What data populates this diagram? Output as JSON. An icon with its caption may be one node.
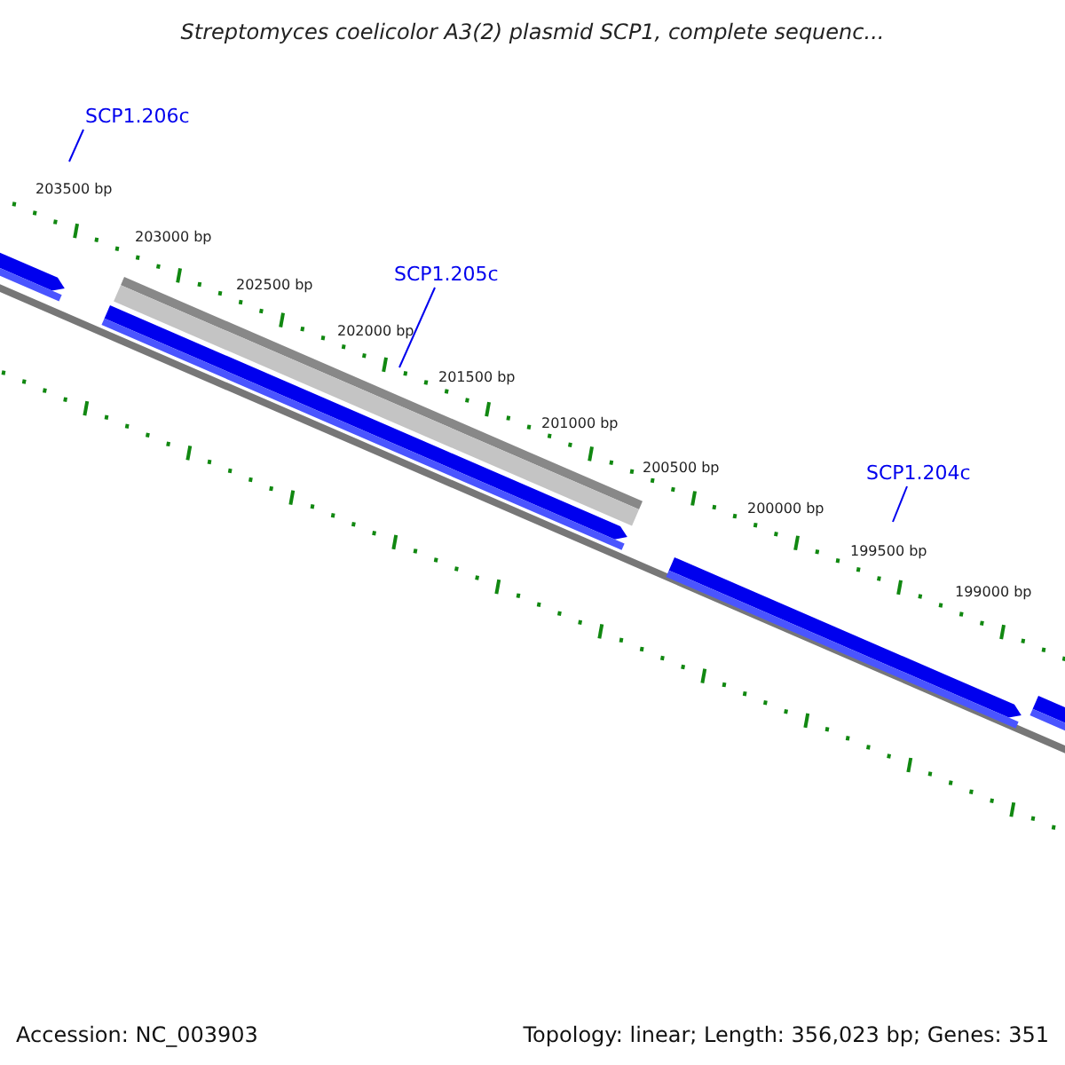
{
  "diagram": {
    "title": "Streptomyces coelicolor A3(2) plasmid SCP1, complete sequenc...",
    "nodes": [
      {
        "text": [
          "SCP1.206c"
        ]
      },
      {
        "text": [
          "SCP1.205c"
        ]
      },
      {
        "text": [
          "SCP1.204c"
        ]
      }
    ],
    "edges": [
      {
        "from": 0,
        "to": null,
        "arrow": "none"
      },
      {
        "from": 1,
        "to": null,
        "arrow": "none"
      },
      {
        "from": 2,
        "to": null,
        "arrow": "none"
      }
    ],
    "labels": [
      "203500 bp",
      "203000 bp",
      "202500 bp",
      "202000 bp",
      "201500 bp",
      "201000 bp",
      "200500 bp",
      "200000 bp",
      "199500 bp",
      "199000 bp",
      "Accession: NC_003903",
      "Topology: linear; Length: 356,023 bp; Genes: 351"
    ]
  }
}
